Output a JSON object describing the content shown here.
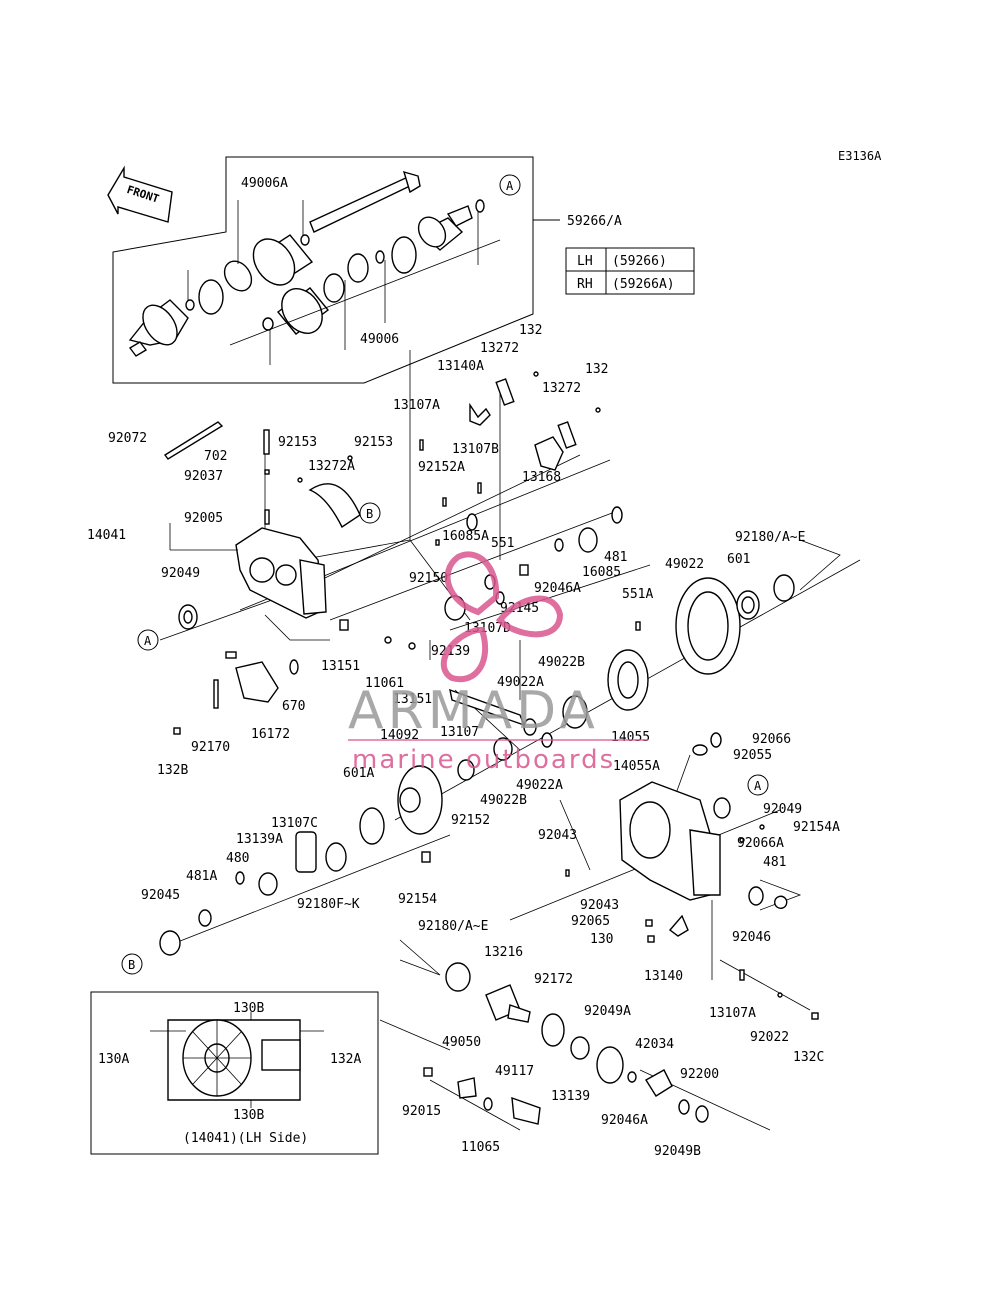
{
  "diagram_code": "E3136A",
  "front_label": "FRONT",
  "table": {
    "rows": [
      {
        "side": "LH",
        "part": "(59266)"
      },
      {
        "side": "RH",
        "part": "(59266A)"
      }
    ]
  },
  "inset_caption": "(14041)(LH Side)",
  "watermark": {
    "brand": "ARMADA",
    "tagline": "marine outboards",
    "color": "#d9568f"
  },
  "callouts": {
    "A": "A",
    "B": "B"
  },
  "labels": [
    "49006A",
    "59266/A",
    "49006",
    "132",
    "13272",
    "13140A",
    "132",
    "13272",
    "13107A",
    "92072",
    "702",
    "92153",
    "92153",
    "13272A",
    "13107B",
    "92037",
    "92152A",
    "13168",
    "92005",
    "14041",
    "92049",
    "16085A",
    "551",
    "481",
    "92150",
    "16085",
    "92046A",
    "92145",
    "13107D",
    "92139",
    "49022",
    "601",
    "92180/A~E",
    "551A",
    "13151",
    "11061",
    "13151",
    "49022B",
    "670",
    "16172",
    "92170",
    "132B",
    "49022A",
    "13107",
    "14092",
    "14055",
    "92066",
    "92055",
    "14055A",
    "601A",
    "92152",
    "49022B",
    "49022A",
    "92049",
    "92154A",
    "92066A",
    "13107C",
    "13139A",
    "480",
    "92180F~K",
    "92154",
    "92043",
    "481",
    "481A",
    "92045",
    "92180/A~E",
    "13216",
    "92043",
    "92065",
    "130",
    "92046",
    "13140",
    "92172",
    "13107A",
    "92049A",
    "92022",
    "42034",
    "132C",
    "49050",
    "49117",
    "92200",
    "13139",
    "92046A",
    "92015",
    "11065",
    "92049B",
    "130B",
    "130A",
    "132A",
    "130B"
  ]
}
